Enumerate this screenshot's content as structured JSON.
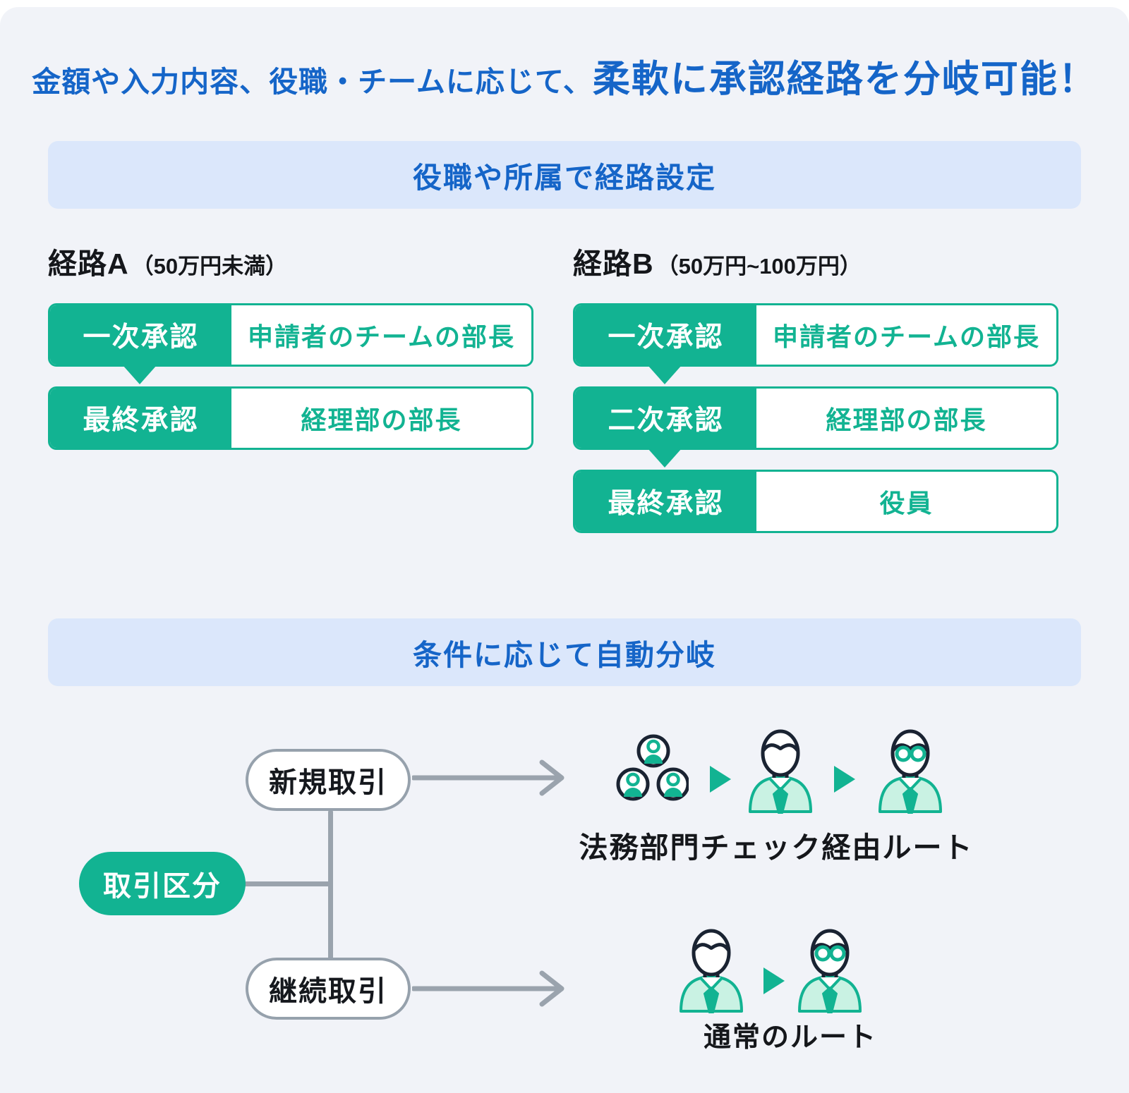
{
  "header": {
    "title_regular": "金額や入力内容、役職・チームに応じて、",
    "title_strong": "柔軟に承認経路を分岐可能！"
  },
  "section1": {
    "heading": "役職や所属で経路設定",
    "routes": [
      {
        "name": "経路A",
        "condition": "（50万円未満）",
        "steps": [
          {
            "label": "一次承認",
            "value": "申請者のチームの部長"
          },
          {
            "label": "最終承認",
            "value": "経理部の部長"
          }
        ]
      },
      {
        "name": "経路B",
        "condition": "（50万円~100万円）",
        "steps": [
          {
            "label": "一次承認",
            "value": "申請者のチームの部長"
          },
          {
            "label": "二次承認",
            "value": "経理部の部長"
          },
          {
            "label": "最終承認",
            "value": "役員"
          }
        ]
      }
    ]
  },
  "section2": {
    "heading": "条件に応じて自動分岐"
  },
  "flow": {
    "root_label": "取引区分",
    "branches": [
      {
        "condition": "新規取引",
        "route_label": "法務部門チェック経由ルート",
        "icons": [
          "people-group-icon",
          "play-icon",
          "manager-person-icon",
          "play-icon",
          "glasses-person-icon"
        ]
      },
      {
        "condition": "継続取引",
        "route_label": "通常のルート",
        "icons": [
          "manager-person-icon",
          "play-icon",
          "glasses-person-icon"
        ]
      }
    ]
  },
  "colors": {
    "accent_blue": "#1565c8",
    "band_blue": "#dbe7fb",
    "accent_green": "#12b392",
    "mint_fill": "#c9f2e3",
    "icon_outline": "#1a2332",
    "connector_gray": "#9aa3ad",
    "background": "#f1f3f8"
  }
}
